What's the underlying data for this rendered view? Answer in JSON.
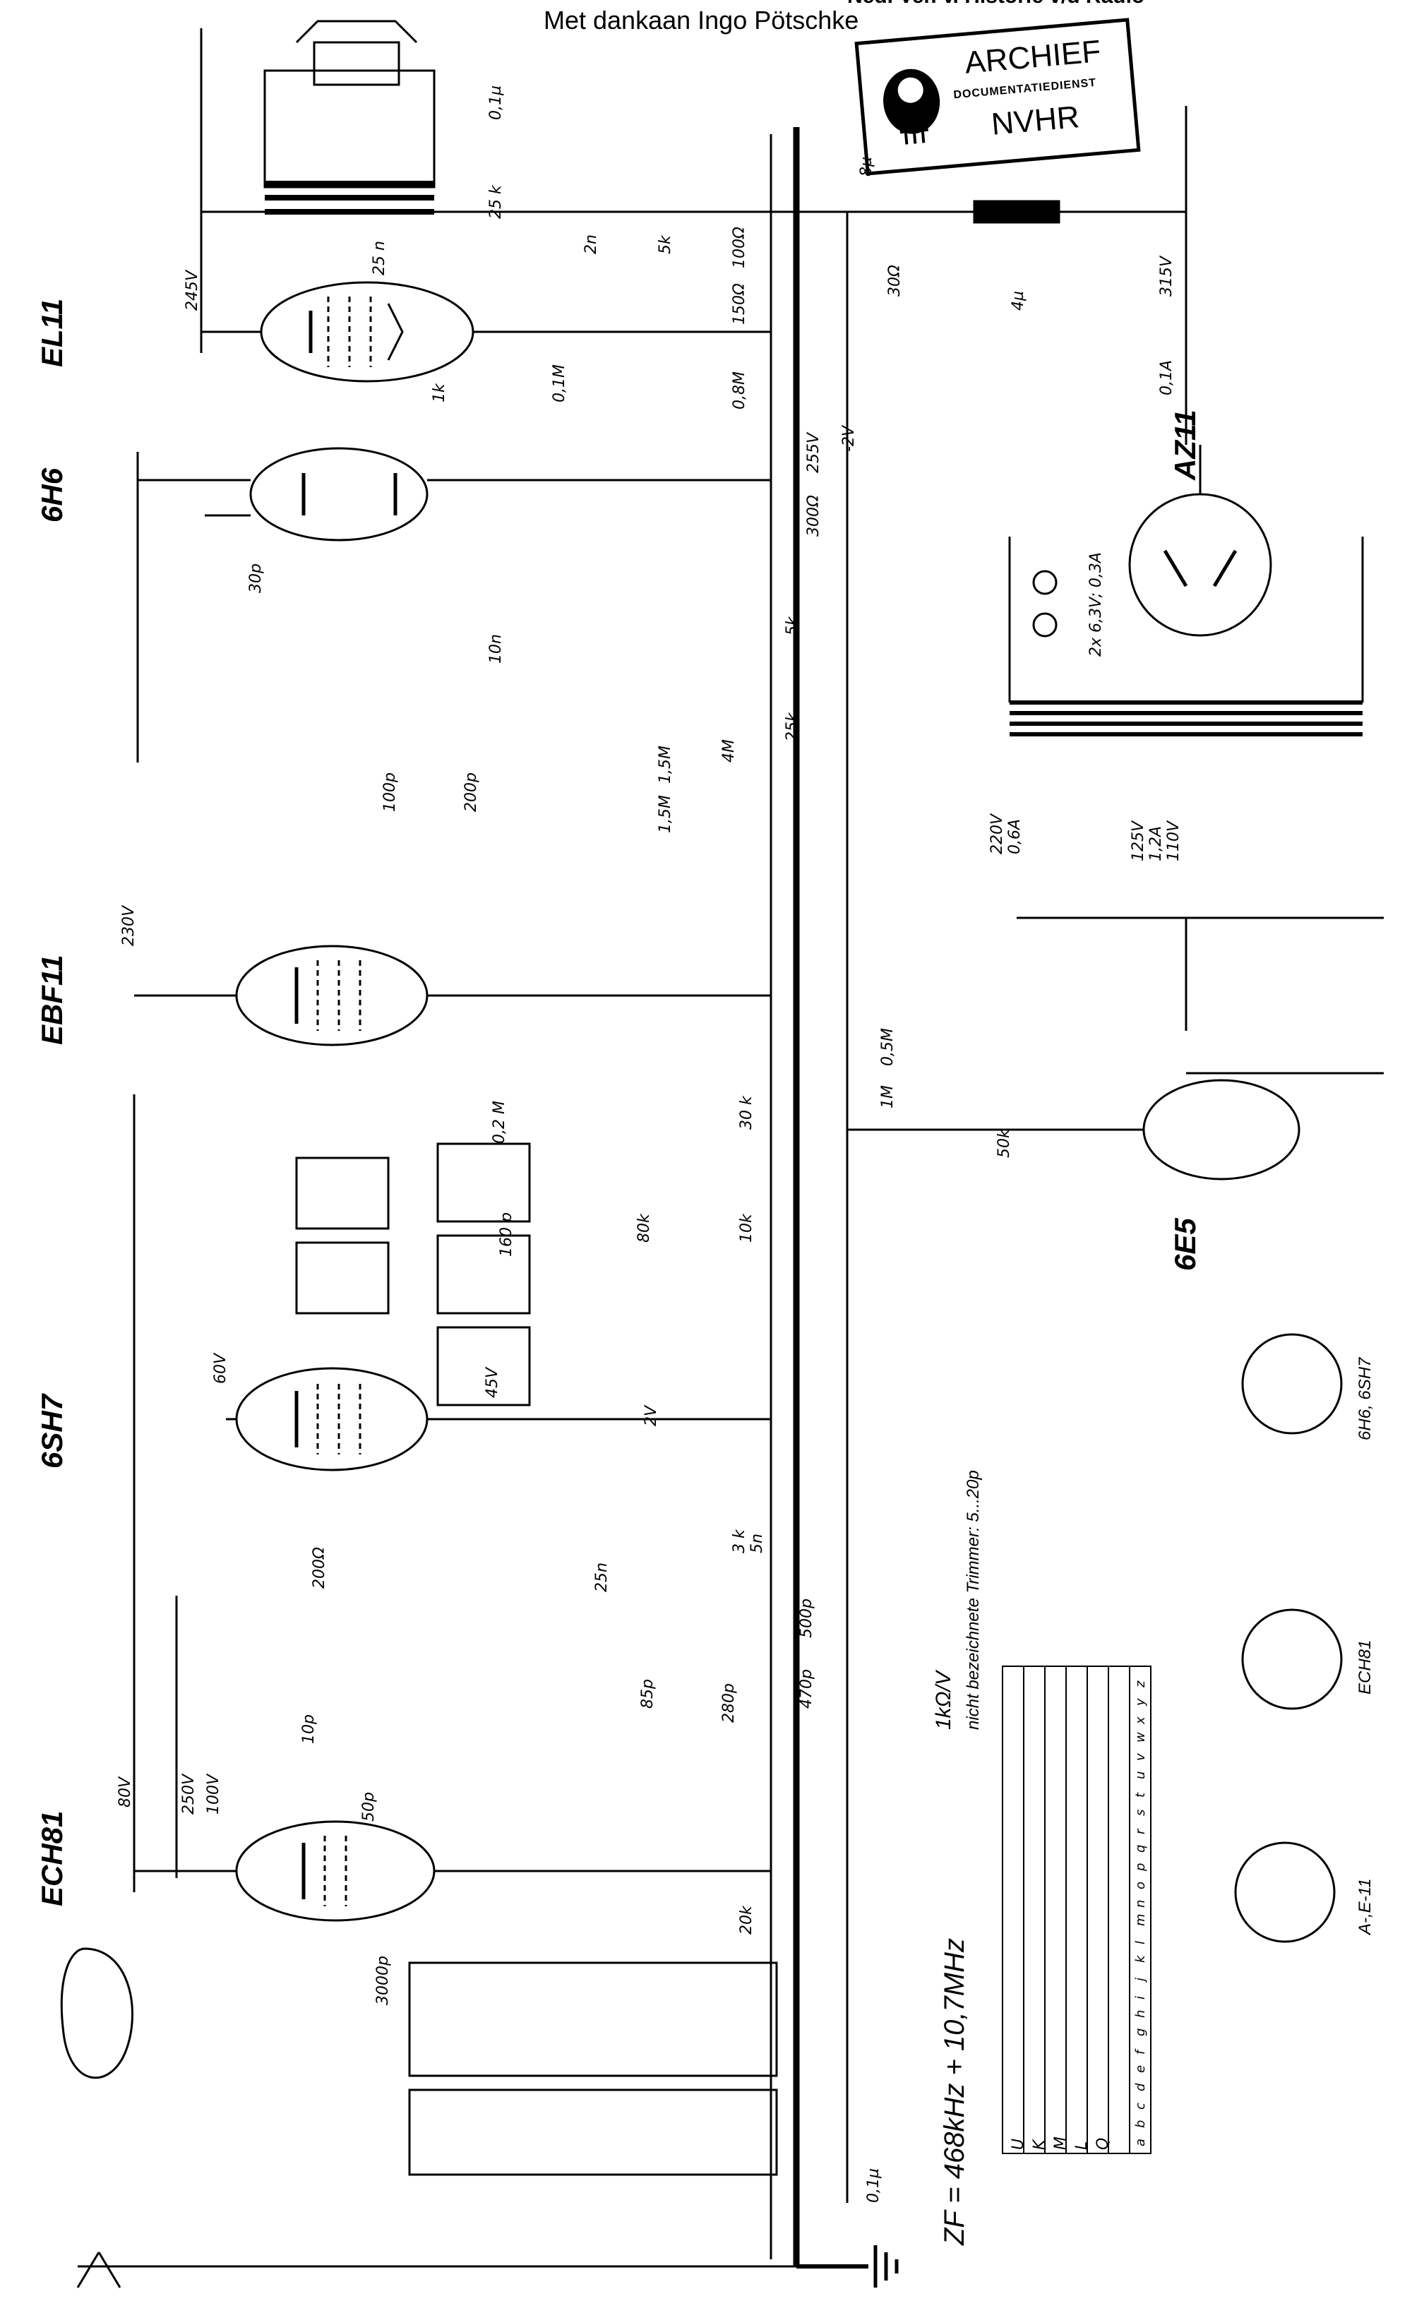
{
  "header": {
    "credit": "Met dankaan Ingo Pötschke",
    "top_cut_text": "Ned. Ver. v. Historie v/d Radio"
  },
  "stamp": {
    "line1": "ARCHIEF",
    "line2": "DOCUMENTATIEDIENST",
    "line3": "NVHR"
  },
  "tubes": [
    "EL11",
    "6H6",
    "EBF11",
    "6SH7",
    "ECH81",
    "AZ11",
    "6E5"
  ],
  "voltages": [
    "245V",
    "255V",
    "-2V",
    "315V",
    "230V",
    "60V",
    "45V",
    "250V",
    "100V",
    "80V",
    "2V"
  ],
  "components": {
    "capacitors": [
      "0,1µ",
      "25 n",
      "2n",
      "8µ",
      "4µ",
      "30p",
      "10n",
      "200p",
      "100p",
      "25n",
      "5n",
      "500p",
      "470p",
      "280p",
      "85p",
      "50p",
      "3000p",
      "0,1µ",
      "10p",
      "160 p"
    ],
    "resistors": [
      "25 k",
      "5k",
      "100Ω",
      "150Ω",
      "30Ω",
      "0,1M",
      "0,8M",
      "1k",
      "300Ω",
      "5k",
      "25k",
      "4M",
      "1,5M",
      "0,5M",
      "1M",
      "50k",
      "30 k",
      "80k",
      "10k",
      "20k",
      "200Ω",
      "1,5M",
      "3 k",
      "0,2 M"
    ],
    "mains": [
      "220V",
      "0,6A",
      "125V",
      "1,2A",
      "110V",
      "0,1A",
      "2x 6,3V; 0,3A"
    ]
  },
  "notes": {
    "ohms_per_volt": "1kΩ/V",
    "trimmer": "nicht bezeichnete Trimmer: 5...20p",
    "zf": "ZF = 468kHz + 10,7MHz"
  },
  "sockets": [
    "6H6, 6SH7",
    "ECH81",
    "A-,E-11"
  ],
  "switch_table": {
    "rows": [
      "U",
      "K",
      "M",
      "L",
      "Q"
    ],
    "cols": [
      "a",
      "b",
      "c",
      "d",
      "e",
      "f",
      "g",
      "h",
      "i",
      "j",
      "k",
      "l",
      "m",
      "n",
      "o",
      "p",
      "q",
      "r",
      "s",
      "t",
      "u",
      "v",
      "w",
      "x",
      "y",
      "z"
    ]
  }
}
